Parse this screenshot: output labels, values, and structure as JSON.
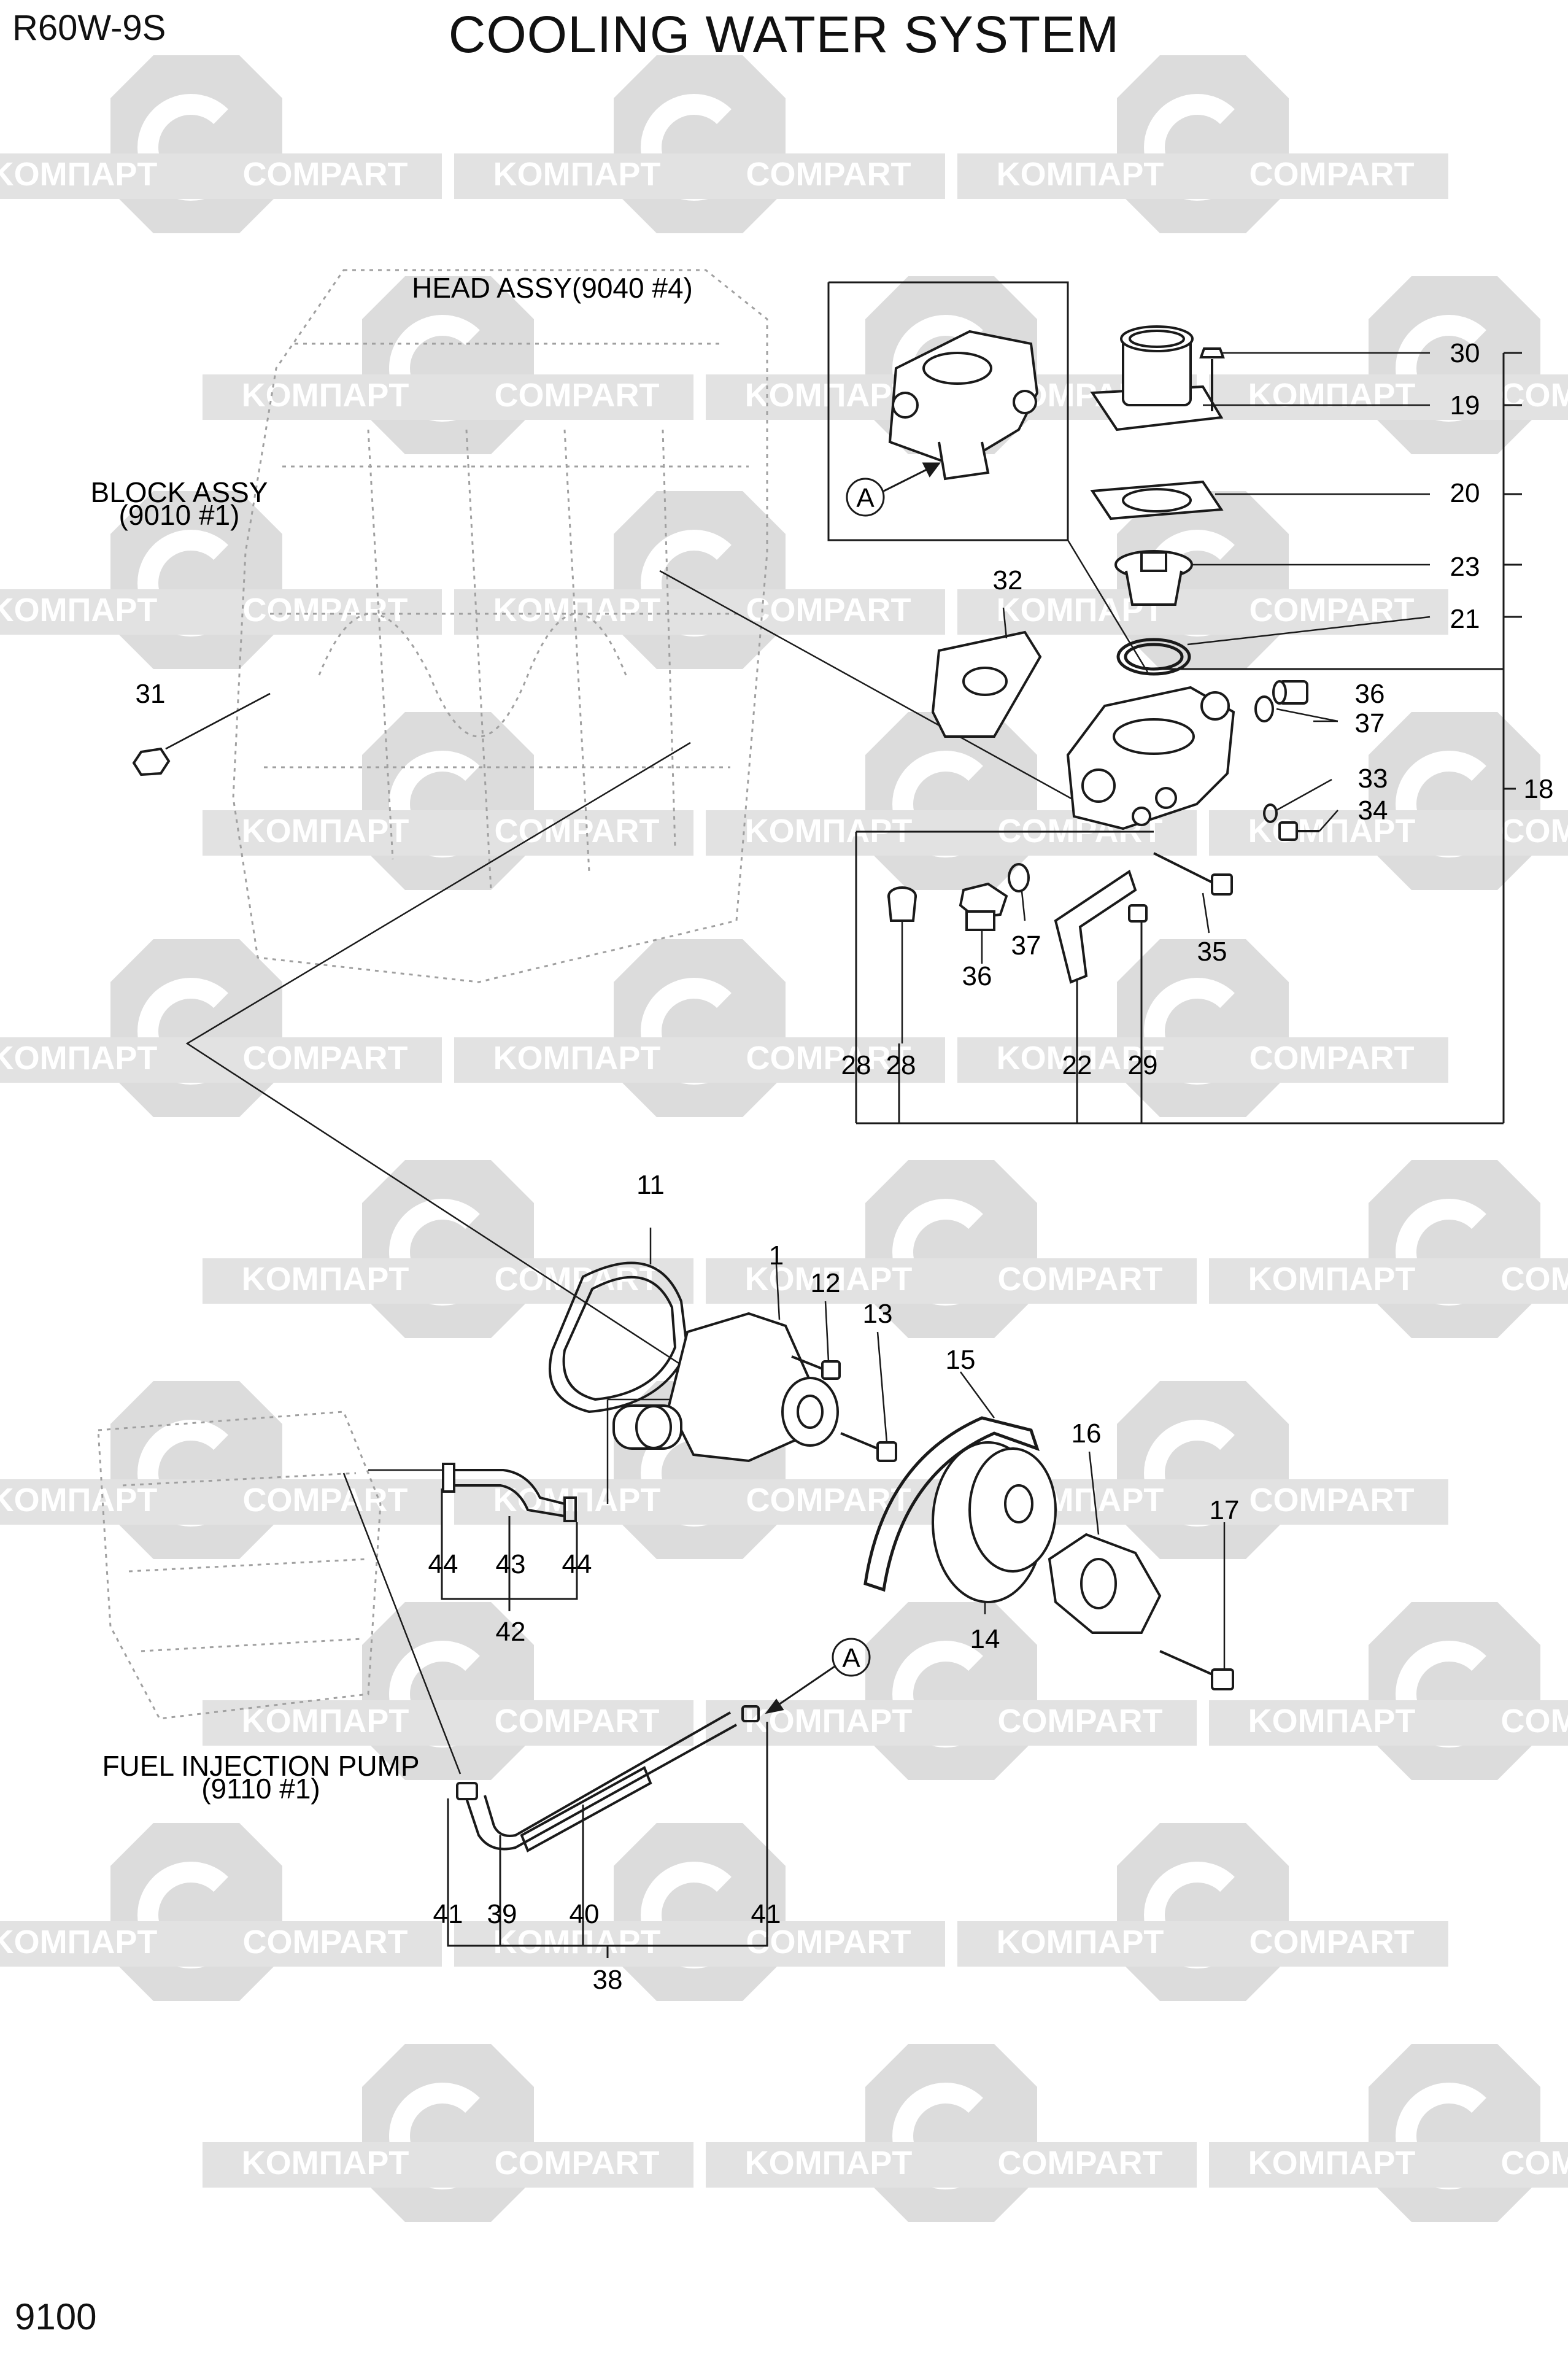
{
  "header": {
    "model": "R60W-9S",
    "title": "COOLING WATER SYSTEM"
  },
  "footer": {
    "page_number": "9100"
  },
  "watermark": {
    "text_a": "KOMПAPT",
    "text_b": "COMPART",
    "color": "#d9d9d9"
  },
  "references": {
    "head_assy": "HEAD ASSY(9040 #4)",
    "block_assy_1": "BLOCK ASSY",
    "block_assy_2": "(9010 #1)",
    "fuel_pump_1": "FUEL INJECTION PUMP",
    "fuel_pump_2": "(9110 #1)"
  },
  "view_marker": "A",
  "callouts": {
    "c1": "1",
    "c11": "11",
    "c12": "12",
    "c13": "13",
    "c14": "14",
    "c15": "15",
    "c16": "16",
    "c17": "17",
    "c18": "18",
    "c19": "19",
    "c20": "20",
    "c21": "21",
    "c22": "22",
    "c23": "23",
    "c28a": "28",
    "c28b": "28",
    "c29": "29",
    "c30": "30",
    "c31": "31",
    "c32": "32",
    "c33": "33",
    "c34": "34",
    "c35": "35",
    "c36a": "36",
    "c36b": "36",
    "c37a": "37",
    "c37b": "37",
    "c38": "38",
    "c39": "39",
    "c40": "40",
    "c41a": "41",
    "c41b": "41",
    "c42": "42",
    "c43": "43",
    "c44a": "44",
    "c44b": "44"
  },
  "colors": {
    "line": "#1a1a1a",
    "ghost": "#9a9a9a"
  }
}
